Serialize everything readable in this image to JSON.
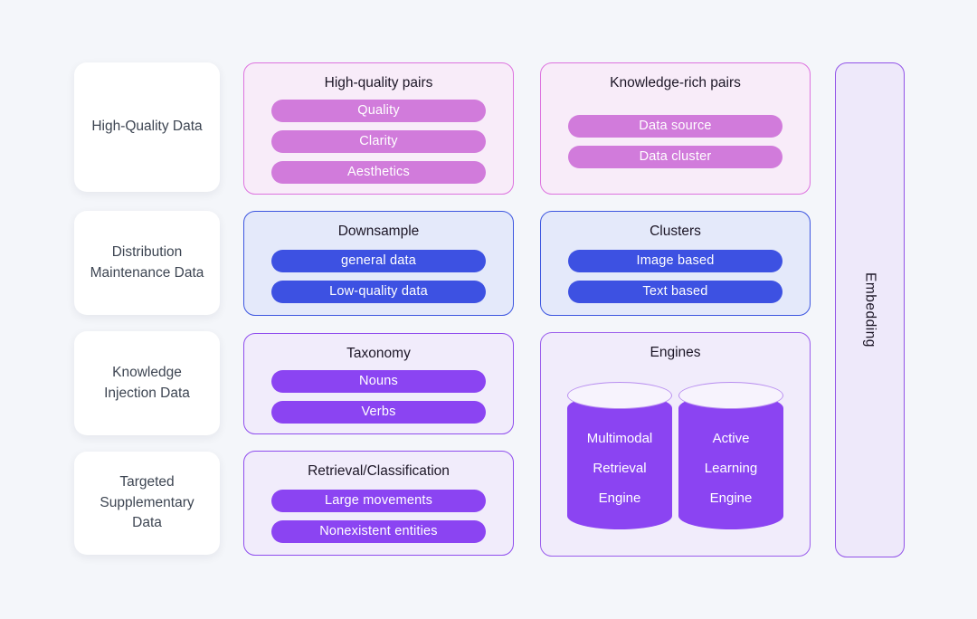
{
  "colors": {
    "background": "#F4F6FA",
    "card_bg": "#FFFFFF",
    "card_text": "#3D4552",
    "title_text": "#1C1626",
    "pill_text": "#FFFFFF",
    "pink_fill": "#F8ECF9",
    "pink_border": "#DD73DF",
    "pink_pill": "#D17BDB",
    "blue_fill": "#E4E9FA",
    "blue_border": "#3D56E0",
    "blue_pill": "#3D51E2",
    "purple_fill": "#F1ECFB",
    "purple_border": "#8F4DEE",
    "purple_pill": "#8B44F2",
    "cylinder_top": "#F7F3FD",
    "cylinder_top_border": "#B98FF0",
    "embedding_fill": "#EEE9FA",
    "embedding_border": "#9253E8"
  },
  "left_cards": [
    {
      "label": "High-Quality Data"
    },
    {
      "label": "Distribution Maintenance Data"
    },
    {
      "label": "Knowledge Injection Data"
    },
    {
      "label": "Targeted Supplementary Data"
    }
  ],
  "boxes": [
    {
      "title": "High-quality pairs",
      "theme": "pink",
      "pills": [
        "Quality",
        "Clarity",
        "Aesthetics"
      ]
    },
    {
      "title": "Knowledge-rich pairs",
      "theme": "pink",
      "pills": [
        "Data source",
        "Data cluster"
      ]
    },
    {
      "title": "Downsample",
      "theme": "blue",
      "pills": [
        "general data",
        "Low-quality data"
      ]
    },
    {
      "title": "Clusters",
      "theme": "blue",
      "pills": [
        "Image based",
        "Text based"
      ]
    },
    {
      "title": "Taxonomy",
      "theme": "purple",
      "pills": [
        "Nouns",
        "Verbs"
      ]
    },
    {
      "title": "Retrieval/Classification",
      "theme": "purple",
      "pills": [
        "Large movements",
        "Nonexistent entities"
      ]
    },
    {
      "title": "Engines",
      "theme": "purple",
      "cylinders": [
        {
          "lines": [
            "Multimodal",
            "Retrieval",
            "Engine"
          ]
        },
        {
          "lines": [
            "Active",
            "Learning",
            "Engine"
          ]
        }
      ]
    }
  ],
  "embedding": {
    "label": "Embedding"
  }
}
